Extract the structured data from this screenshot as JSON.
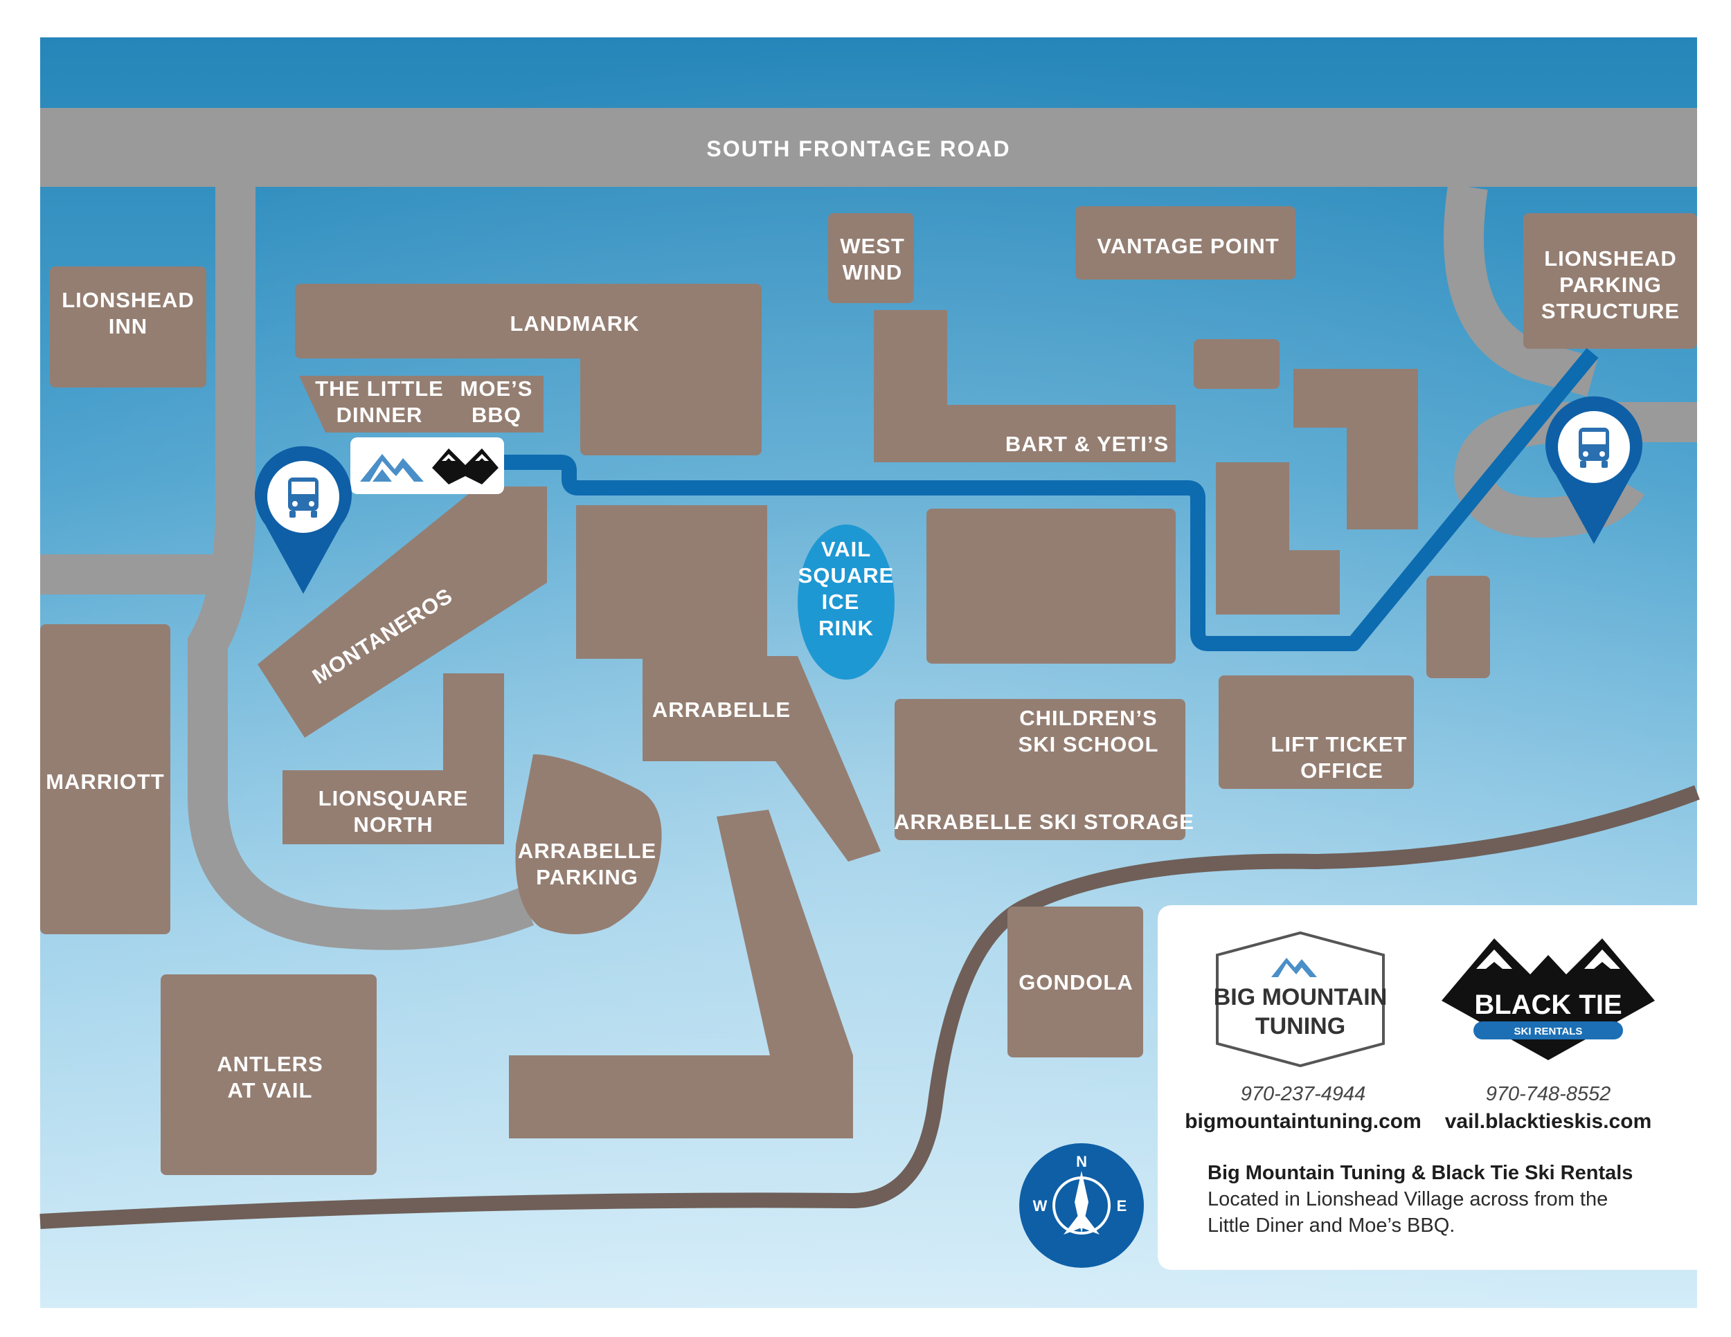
{
  "roads": {
    "south_frontage": "SOUTH FRONTAGE ROAD"
  },
  "buildings": {
    "lionshead_inn": [
      "LIONSHEAD",
      "INN"
    ],
    "landmark": [
      "LANDMARK"
    ],
    "the_little_dinner": [
      "THE LITTLE",
      "DINNER"
    ],
    "moes_bbq": [
      "MOE’S",
      "BBQ"
    ],
    "west_wind": [
      "WEST",
      "WIND"
    ],
    "vantage_point": [
      "VANTAGE POINT"
    ],
    "lionshead_parking": [
      "LIONSHEAD",
      "PARKING",
      "STRUCTURE"
    ],
    "bart_yetis": [
      "BART & YETI’S"
    ],
    "montaneros": [
      "MONTANEROS"
    ],
    "vail_square": [
      "VAIL",
      "SQUARE",
      "ICE",
      "RINK"
    ],
    "arrabelle": [
      "ARRABELLE"
    ],
    "childrens_ski_school": [
      "CHILDREN’S",
      "SKI SCHOOL"
    ],
    "arrabelle_ski_storage": [
      "ARRABELLE SKI STORAGE"
    ],
    "lift_ticket_office": [
      "LIFT TICKET",
      "OFFICE"
    ],
    "marriott": [
      "MARRIOTT"
    ],
    "lionsquare_north": [
      "LIONSQUARE",
      "NORTH"
    ],
    "arrabelle_parking": [
      "ARRABELLE",
      "PARKING"
    ],
    "gondola": [
      "GONDOLA"
    ],
    "antlers": [
      "ANTLERS",
      "AT VAIL"
    ]
  },
  "icons": {
    "bus_stop": "bus-icon",
    "compass": "compass-icon"
  },
  "compass": {
    "n": "N",
    "w": "W",
    "e": "E"
  },
  "card": {
    "bmt": {
      "logo_line1": "BIG MOUNTAIN",
      "logo_line2": "TUNING",
      "phone": "970-237-4944",
      "url": "bigmountaintuning.com"
    },
    "bt": {
      "logo_line1": "BLACK TIE",
      "logo_line2": "SKI RENTALS",
      "phone": "970-748-8552",
      "url": "vail.blacktieskis.com"
    },
    "headline": "Big Mountain Tuning & Black Tie Ski Rentals",
    "desc_line1": "Located in Lionshead Village across from the",
    "desc_line2": "Little Diner and Moe’s BBQ."
  },
  "colors": {
    "building": "#947e72",
    "road": "#9a9a9a",
    "route": "#0d6bb0",
    "pin": "#0e5fa6",
    "rink": "#1e98d3",
    "path": "#6f5f58"
  }
}
